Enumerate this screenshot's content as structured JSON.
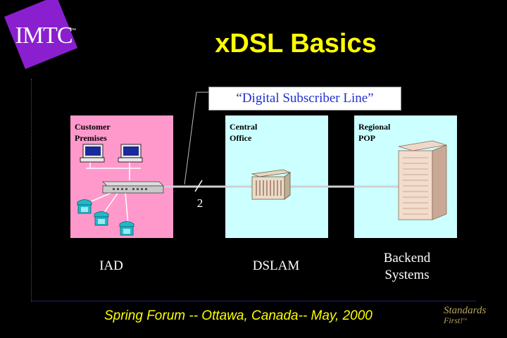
{
  "header": {
    "logo_text": "IMTC",
    "logo_tm": "™",
    "title": "xDSL Basics"
  },
  "diagram": {
    "callout": "“Digital Subscriber Line”",
    "panels": {
      "customer": "Customer\nPremises",
      "central": "Central\nOffice",
      "regional": "Regional\nPOP"
    },
    "captions": {
      "iad": "IAD",
      "dslam": "DSLAM",
      "backend": "Backend\nSystems"
    },
    "pair_count": "2"
  },
  "footer": {
    "text": "Spring Forum -- Ottawa, Canada-- May, 2000",
    "standards_line1": "Standards",
    "standards_line2": "First!",
    "standards_tm": "™"
  },
  "colors": {
    "title": "#ffff00",
    "customer_panel": "#ff99cc",
    "office_panel": "#ccffff",
    "logo": "#8a1fd0",
    "frame": "#3a49c4"
  }
}
